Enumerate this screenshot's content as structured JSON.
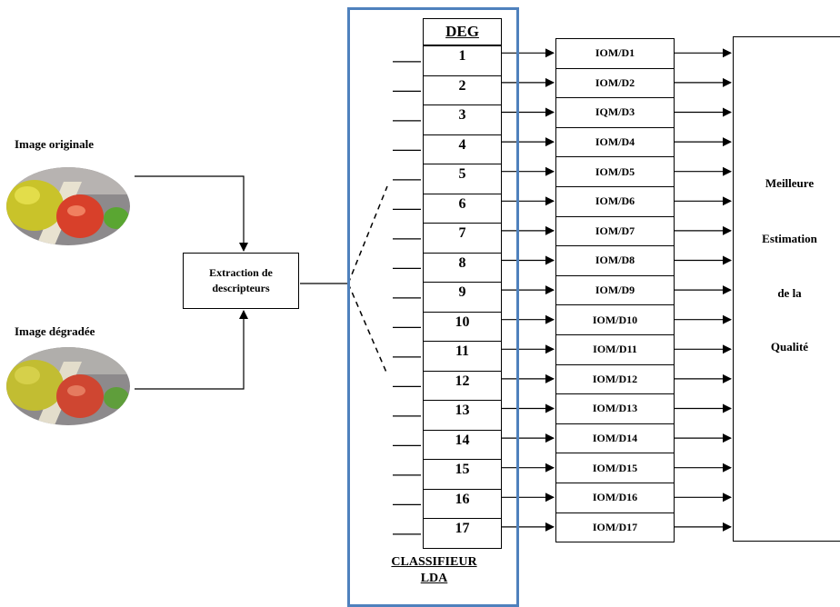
{
  "inputs": {
    "original_label": "Image originale",
    "degraded_label": "Image dégradée"
  },
  "extraction": {
    "line1": "Extraction de",
    "line2": "descripteurs"
  },
  "deg": {
    "header": "DEG",
    "items": [
      "1",
      "2",
      "3",
      "4",
      "5",
      "6",
      "7",
      "8",
      "9",
      "10",
      "11",
      "12",
      "13",
      "14",
      "15",
      "16",
      "17"
    ]
  },
  "classifier": {
    "line1": "CLASSIFIEUR",
    "line2": "LDA"
  },
  "iom": {
    "items": [
      "IOM/D1",
      "IOM/D2",
      "IQM/D3",
      "IOM/D4",
      "IOM/D5",
      "IOM/D6",
      "IOM/D7",
      "IOM/D8",
      "IOM/D9",
      "IOM/D10",
      "IOM/D11",
      "IOM/D12",
      "IOM/D13",
      "IOM/D14",
      "IOM/D15",
      "IOM/D16",
      "IOM/D17"
    ]
  },
  "quality": {
    "line1": "Meilleure",
    "line2": "Estimation",
    "line3": "de la",
    "line4": "Qualité"
  },
  "colors": {
    "classifier_frame": "#4f81bd",
    "image_yellow": "#c9c32a",
    "image_red": "#d8402a",
    "image_green": "#5aa632",
    "image_background": "#8d8a8c"
  }
}
